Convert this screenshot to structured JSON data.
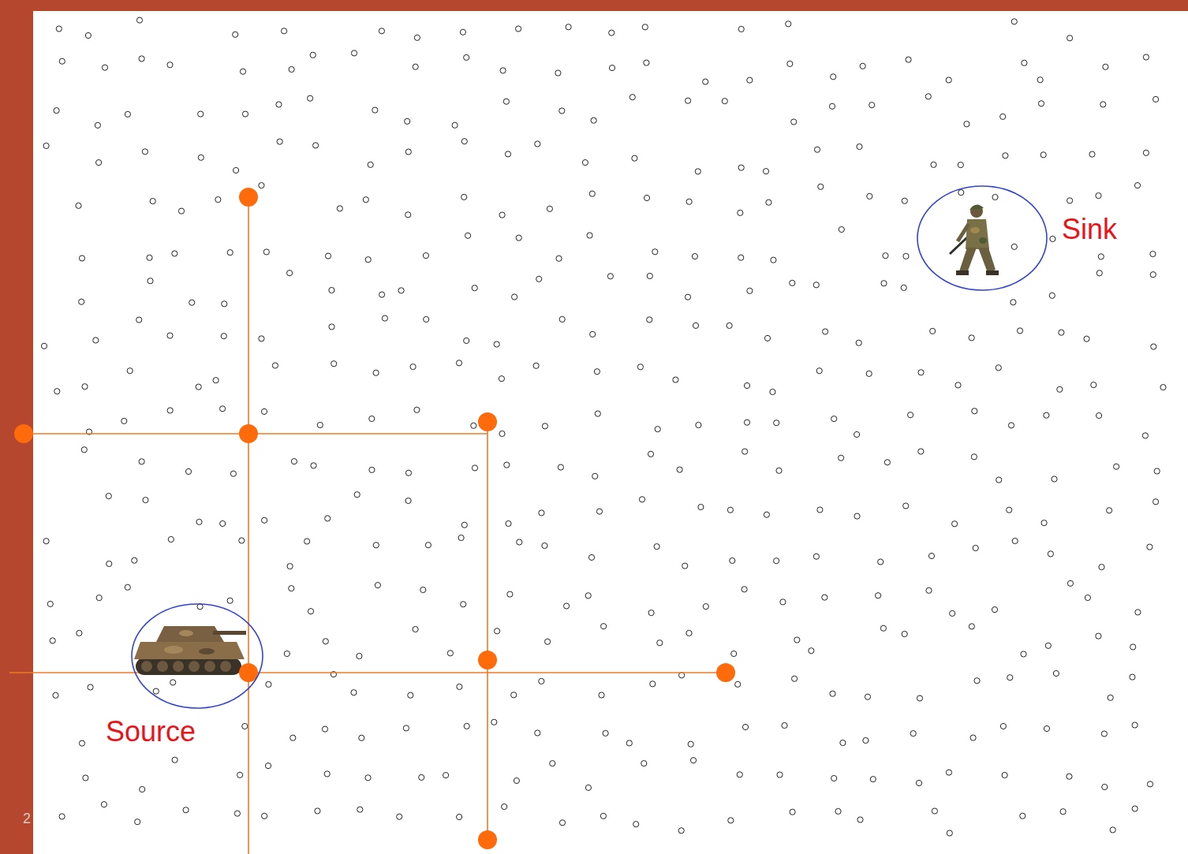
{
  "diagram": {
    "nodes": [
      {
        "text": [
          "Sink"
        ]
      },
      {
        "text": [
          "Source"
        ]
      }
    ],
    "labels": [
      "2"
    ]
  }
}
